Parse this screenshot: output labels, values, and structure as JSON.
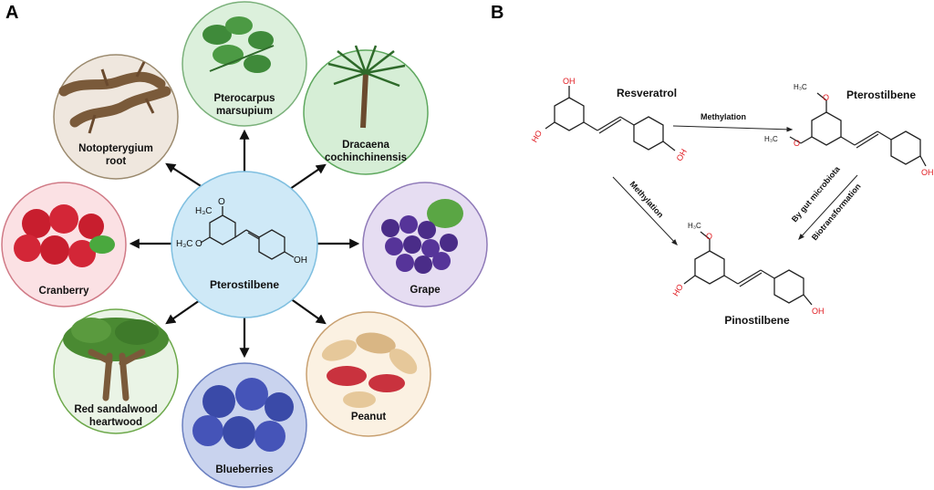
{
  "panels": {
    "a": "A",
    "b": "B"
  },
  "center": {
    "label": "Pterostilbene"
  },
  "sources": {
    "notopterygium": [
      "Notopterygium",
      "root"
    ],
    "pterocarpus": [
      "Pterocarpus",
      "marsupium"
    ],
    "dracaena": [
      "Dracaena",
      "cochinchinensis"
    ],
    "cranberry": [
      "Cranberry"
    ],
    "grape": [
      "Grape"
    ],
    "red_sandalwood": [
      "Red sandalwood",
      "heartwood"
    ],
    "blueberries": [
      "Blueberries"
    ],
    "peanut": [
      "Peanut"
    ]
  },
  "chem_labels": {
    "h3c": "H₃C",
    "o": "O",
    "oh": "OH",
    "ho": "HO"
  },
  "reaction": {
    "resveratrol": "Resveratrol",
    "pterostilbene": "Pterostilbene",
    "pinostilbene": "Pinostilbene",
    "methylation": "Methylation",
    "methylation2": "Methylation",
    "gut": "By gut microbiota",
    "biotrans": "Biotransformation"
  },
  "colors": {
    "center_fill": "#cfe9f7",
    "center_stroke": "#7fbfe0",
    "notopterygium": "#efe7de",
    "pterocarpus": "#dcf0dc",
    "dracaena": "#d6eed6",
    "cranberry": "#fbe1e4",
    "grape": "#e6ddf2",
    "red_sandalwood": "#eaf4e6",
    "blueberries": "#c9d3ee",
    "peanut": "#fbf1e2",
    "highlight_red": "#e0181e"
  }
}
